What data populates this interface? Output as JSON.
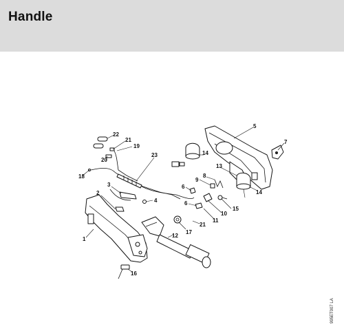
{
  "page": {
    "title": "Handle",
    "doc_number": "995ET007 LÄ"
  },
  "callouts": [
    {
      "id": "c1",
      "label": "1"
    },
    {
      "id": "c2",
      "label": "2"
    },
    {
      "id": "c3",
      "label": "3"
    },
    {
      "id": "c4",
      "label": "4"
    },
    {
      "id": "c5",
      "label": "5"
    },
    {
      "id": "c6a",
      "label": "6"
    },
    {
      "id": "c6b",
      "label": "6"
    },
    {
      "id": "c7",
      "label": "7"
    },
    {
      "id": "c8",
      "label": "8"
    },
    {
      "id": "c9",
      "label": "9"
    },
    {
      "id": "c10",
      "label": "10"
    },
    {
      "id": "c11",
      "label": "11"
    },
    {
      "id": "c12",
      "label": "12"
    },
    {
      "id": "c13",
      "label": "13"
    },
    {
      "id": "c14a",
      "label": "14"
    },
    {
      "id": "c14b",
      "label": "14"
    },
    {
      "id": "c15",
      "label": "15"
    },
    {
      "id": "c16",
      "label": "16"
    },
    {
      "id": "c17",
      "label": "17"
    },
    {
      "id": "c18",
      "label": "18"
    },
    {
      "id": "c19",
      "label": "19"
    },
    {
      "id": "c20",
      "label": "20"
    },
    {
      "id": "c21a",
      "label": "21"
    },
    {
      "id": "c21b",
      "label": "21"
    },
    {
      "id": "c22",
      "label": "22"
    },
    {
      "id": "c23",
      "label": "23"
    }
  ]
}
